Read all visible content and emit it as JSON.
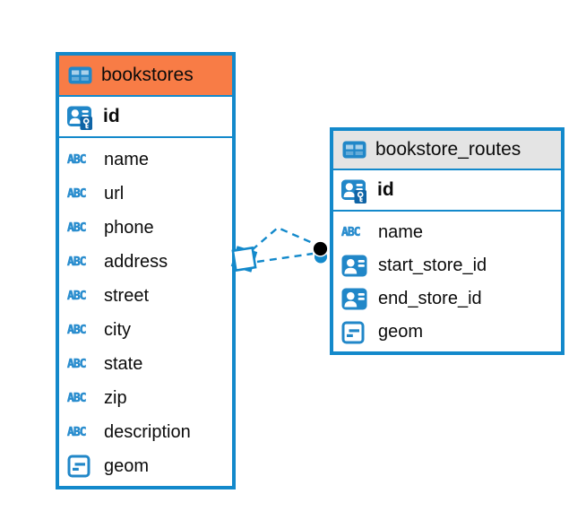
{
  "diagram": {
    "type": "entity-relationship",
    "background": "#ffffff"
  },
  "colors": {
    "accent_blue": "#1389cb",
    "icon_blue": "#2187c8",
    "header_orange": "#f87c46",
    "header_gray": "#e4e4e4",
    "text": "#0b0b0b",
    "relation_dot_black": "#000000"
  },
  "icons": {
    "text_label": "ABC",
    "table": "table-icon",
    "primary_key": "person-key-icon",
    "reference": "person-reference-icon",
    "geometry": "geometry-icon"
  },
  "tables": {
    "bookstores": {
      "title": "bookstores",
      "header_color": "#f87c46",
      "primary_key": {
        "label": "id",
        "icon": "person-key-icon"
      },
      "columns": [
        {
          "label": "name",
          "icon": "text-abc-icon"
        },
        {
          "label": "url",
          "icon": "text-abc-icon"
        },
        {
          "label": "phone",
          "icon": "text-abc-icon"
        },
        {
          "label": "address",
          "icon": "text-abc-icon"
        },
        {
          "label": "street",
          "icon": "text-abc-icon"
        },
        {
          "label": "city",
          "icon": "text-abc-icon"
        },
        {
          "label": "state",
          "icon": "text-abc-icon"
        },
        {
          "label": "zip",
          "icon": "text-abc-icon"
        },
        {
          "label": "description",
          "icon": "text-abc-icon"
        },
        {
          "label": "geom",
          "icon": "geometry-icon"
        }
      ]
    },
    "bookstore_routes": {
      "title": "bookstore_routes",
      "header_color": "#e4e4e4",
      "primary_key": {
        "label": "id",
        "icon": "person-key-icon"
      },
      "columns": [
        {
          "label": "name",
          "icon": "text-abc-icon"
        },
        {
          "label": "start_store_id",
          "icon": "person-reference-icon"
        },
        {
          "label": "end_store_id",
          "icon": "person-reference-icon"
        },
        {
          "label": "geom",
          "icon": "geometry-icon"
        }
      ]
    }
  },
  "relationship": {
    "style": "dashed",
    "color": "#1389cb",
    "line_count": 2,
    "end_markers": [
      "diamond-glyph",
      "dot-glyph"
    ]
  }
}
